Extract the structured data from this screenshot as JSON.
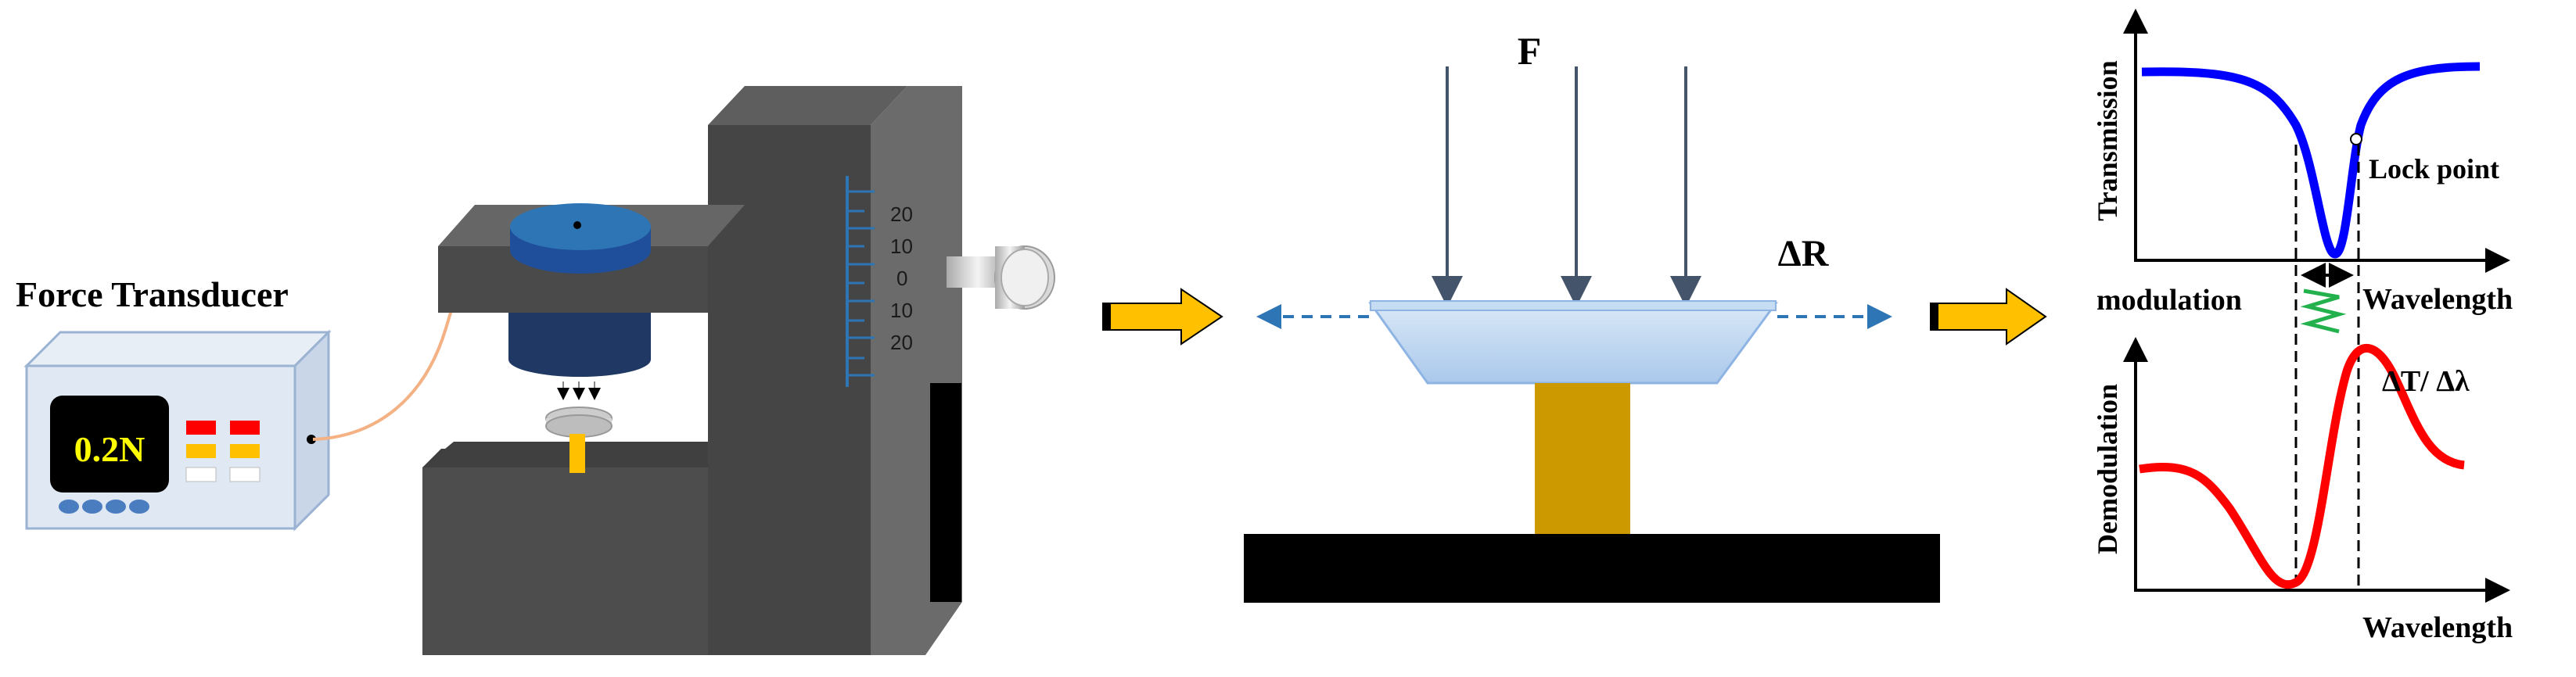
{
  "left_panel": {
    "title": "Force Transducer",
    "display_value": "0.2N",
    "scale_ticks": [
      "20",
      "10",
      "0",
      "10",
      "20"
    ]
  },
  "middle_panel": {
    "force_label": "F",
    "delta_r_label": "ΔR"
  },
  "right_panel": {
    "top_plot": {
      "ylabel": "Transmission",
      "xlabel": "Wavelength",
      "annotation": "Lock point"
    },
    "modulation_label": "modulation",
    "bottom_plot": {
      "ylabel": "Demodulation",
      "xlabel": "Wavelength",
      "annotation": "ΔT/ Δλ"
    }
  },
  "colors": {
    "transmission_curve": "#0000ff",
    "demodulation_curve": "#ff0000",
    "modulation_wave": "#22b14c",
    "flow_arrow": "#ffc000",
    "force_arrow": "#44546a",
    "machine_body": "#595959",
    "platen": "#2e75b6"
  }
}
